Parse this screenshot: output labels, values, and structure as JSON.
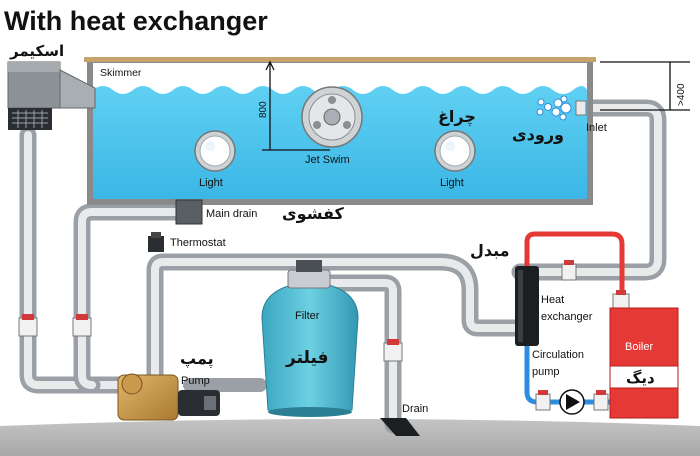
{
  "title": "With heat exchanger",
  "labels": {
    "skimmer_fa": "اسکیمر",
    "skimmer": "Skimmer",
    "depth": "800",
    "edge": ">400",
    "inlet_fa": "ورودی",
    "inlet": "Inlet",
    "light_fa": "چراغ",
    "light_left": "Light",
    "light_right": "Light",
    "jet_swim": "Jet Swim",
    "main_drain": "Main drain",
    "main_drain_fa": "کفشوی",
    "thermostat": "Thermostat",
    "exchanger_fa": "مبدل",
    "heat_exchanger_1": "Heat",
    "heat_exchanger_2": "exchanger",
    "filter": "Filter",
    "filter_fa": "فیلتر",
    "pump_fa": "پمپ",
    "pump": "Pump",
    "circulation_1": "Circulation",
    "circulation_2": "pump",
    "boiler": "Boiler",
    "boiler_fa": "دیگ",
    "drain": "Drain"
  },
  "colors": {
    "water": "#4ec9ef",
    "pipe": "#c9ccd0",
    "hot_pipe": "#e53935",
    "cold_pipe": "#2f8de0",
    "boiler": "#e53935",
    "filter": "#4ab8cf",
    "valve": "#d03a3a"
  }
}
